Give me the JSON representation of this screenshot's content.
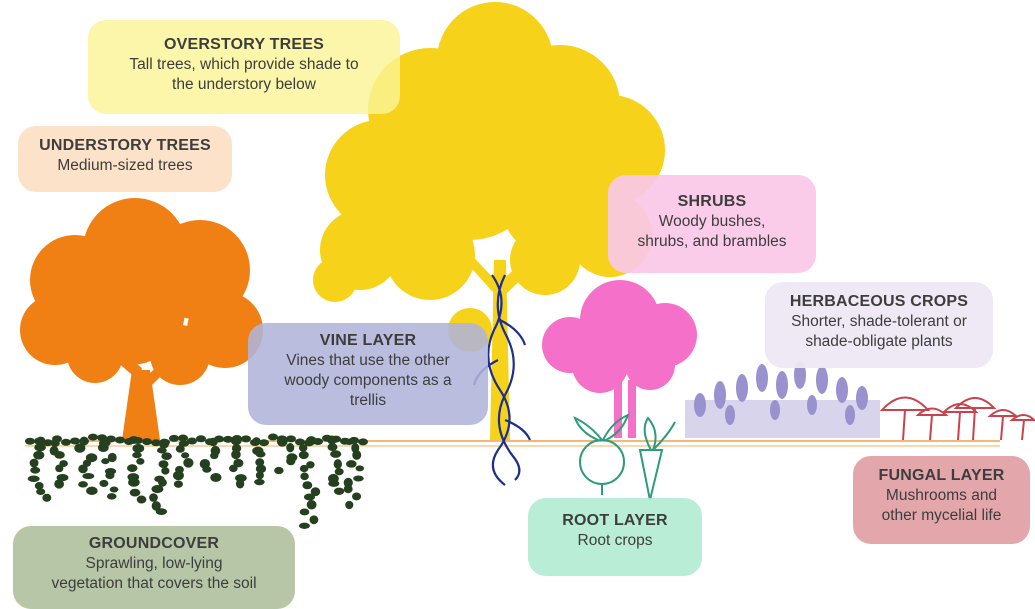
{
  "layers": {
    "overstory": {
      "title": "OVERSTORY TREES",
      "desc_lines": [
        "Tall trees, which provide shade to",
        "the understory below"
      ]
    },
    "understory": {
      "title": "UNDERSTORY TREES",
      "desc_lines": [
        "Medium-sized trees"
      ]
    },
    "shrubs": {
      "title": "SHRUBS",
      "desc_lines": [
        "Woody bushes,",
        "shrubs, and brambles"
      ]
    },
    "herbaceous": {
      "title": "HERBACEOUS CROPS",
      "desc_lines": [
        "Shorter, shade-tolerant or",
        "shade-obligate plants"
      ]
    },
    "vine": {
      "title": "VINE LAYER",
      "desc_lines": [
        "Vines that use the other",
        "woody components as a",
        "trellis"
      ]
    },
    "fungal": {
      "title": "FUNGAL LAYER",
      "desc_lines": [
        "Mushrooms and",
        "other mycelial life"
      ]
    },
    "root": {
      "title": "ROOT LAYER",
      "desc_lines": [
        "Root crops"
      ]
    },
    "groundcover": {
      "title": "GROUNDCOVER",
      "desc_lines": [
        "Sprawling, low-lying",
        "vegetation that covers the soil"
      ]
    }
  },
  "colors": {
    "overstory": "#f7d21a",
    "understory": "#f07f14",
    "shrubs": "#f570c8",
    "herbaceous": "#9a92cf",
    "vine": "#1c2f8a",
    "fungal": "#c9434f",
    "root": "#2e9b7a",
    "groundcover": "#24401f",
    "ground_line": "#f3b873"
  }
}
